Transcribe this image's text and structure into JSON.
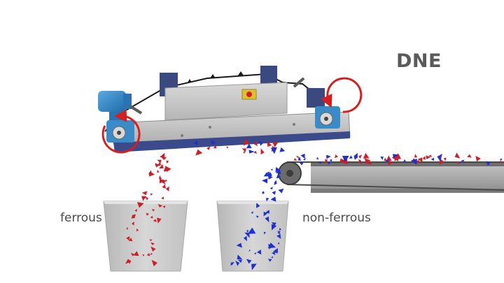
{
  "brand": {
    "text": "DNE"
  },
  "bins": [
    {
      "label": "ferrous",
      "particle_color": "#cc1f2a"
    },
    {
      "label": "non-ferrous",
      "particle_color": "#1f2fd0"
    }
  ],
  "colors": {
    "motor": "#2f86c8",
    "frame": "#b8b8b8",
    "belt_band": "#3a4a8a",
    "rotation_arrows": "#d51f1f",
    "conveyor": "#9a9a9a",
    "bin": "#c9c9c9"
  },
  "icons": [
    "motor-icon",
    "rotation-arrow-icon",
    "warning-light-icon",
    "pulley-icon"
  ]
}
